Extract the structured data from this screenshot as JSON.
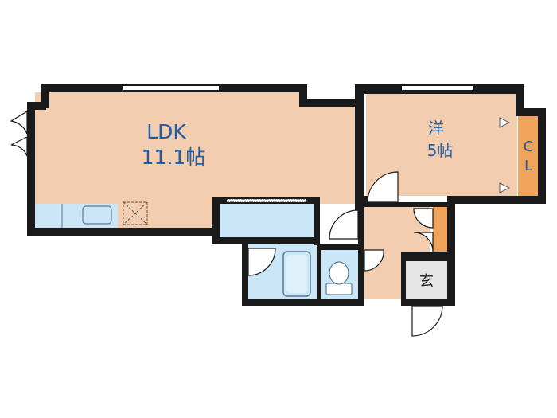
{
  "rooms": {
    "ldk": {
      "name": "LDK",
      "size": "11.1帖"
    },
    "western": {
      "name": "洋",
      "size": "5帖"
    },
    "closet": {
      "first": "C",
      "second": "L"
    },
    "entrance": {
      "label": "玄"
    }
  },
  "colors": {
    "floor": "#f2cdb0",
    "wet_area": "#cbe7f7",
    "closet": "#f0a35a",
    "entrance": "#e6e6e6",
    "wall": "#1a1a1a",
    "label": "#1f5fa8"
  }
}
